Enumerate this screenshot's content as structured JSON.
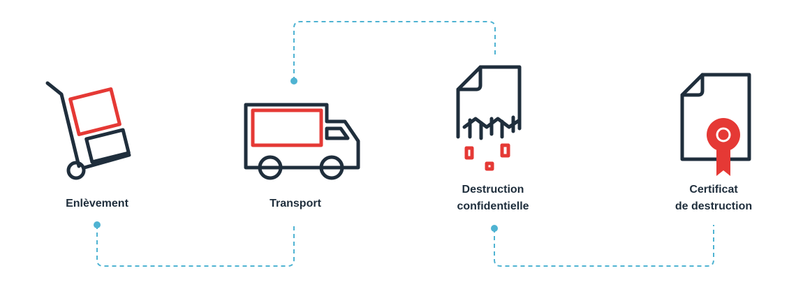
{
  "colors": {
    "icon_dark": "#1f2e3c",
    "accent_red": "#e53935",
    "connector_blue": "#4fb3d2",
    "label_text": "#1f2e3c"
  },
  "steps": [
    {
      "icon": "hand-truck-icon",
      "label_lines": [
        "Enlèvement"
      ]
    },
    {
      "icon": "truck-icon",
      "label_lines": [
        "Transport"
      ]
    },
    {
      "icon": "shredded-document-icon",
      "label_lines": [
        "Destruction",
        "confidentielle"
      ]
    },
    {
      "icon": "certificate-icon",
      "label_lines": [
        "Certificat",
        "de destruction"
      ]
    }
  ]
}
